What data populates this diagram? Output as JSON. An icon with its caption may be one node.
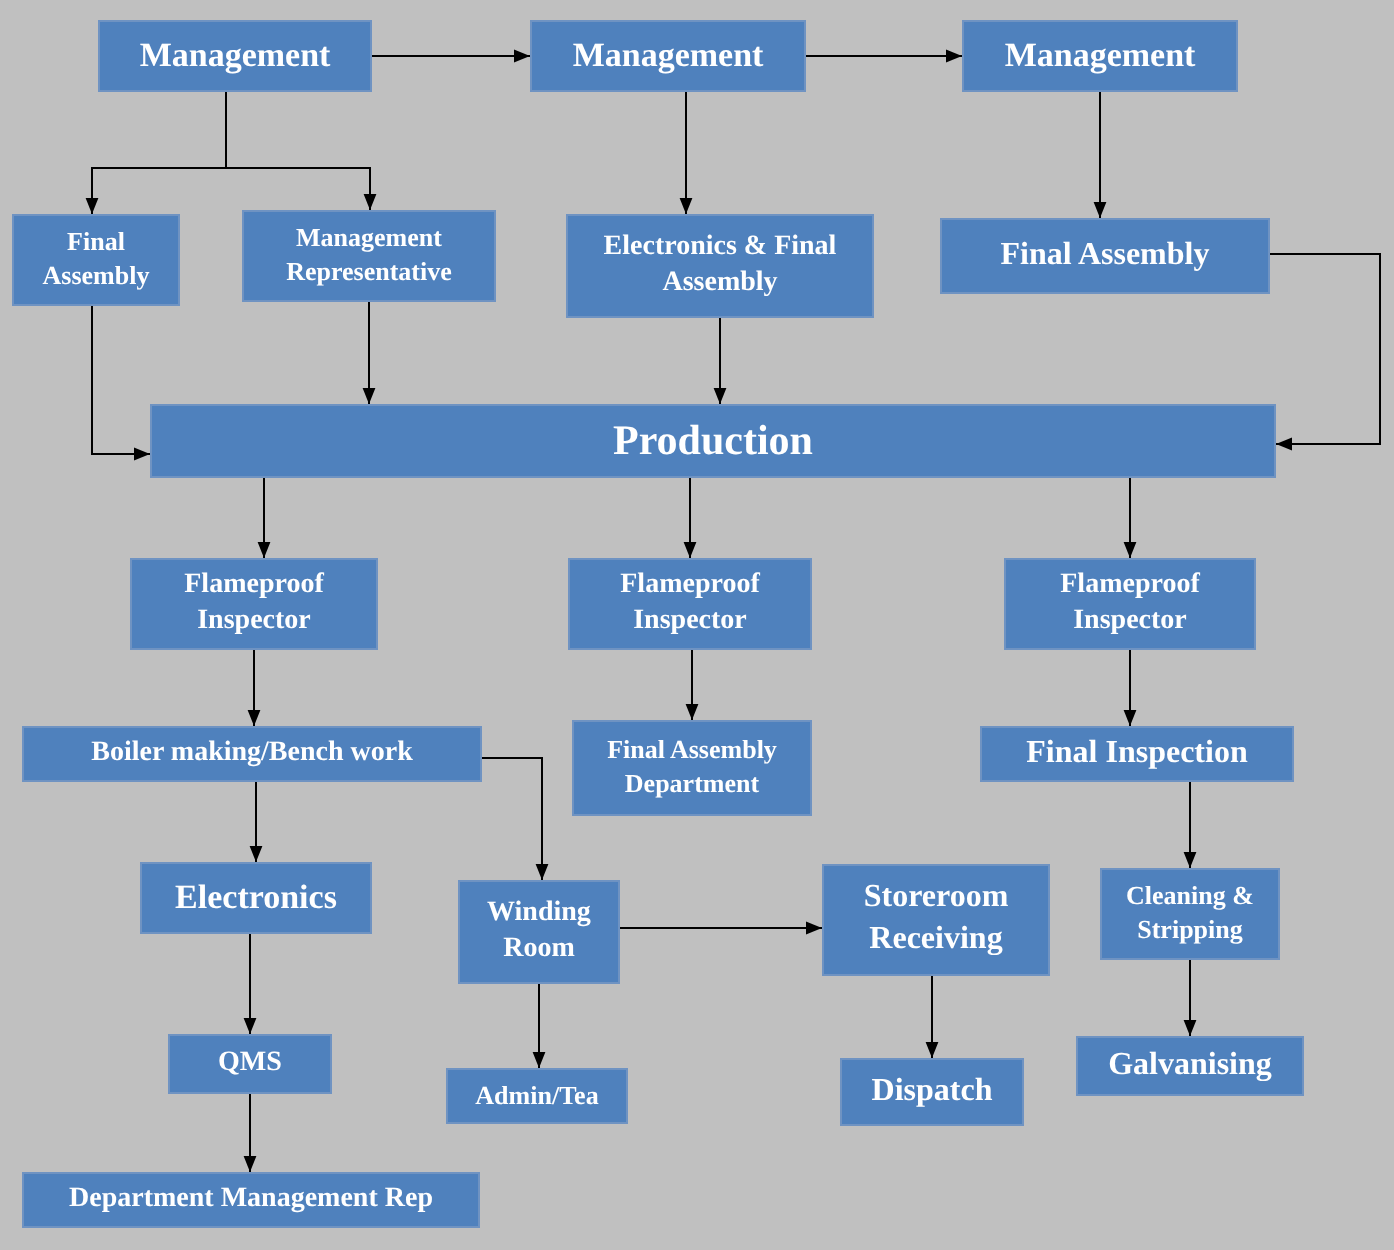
{
  "diagram": {
    "nodes": [
      {
        "text": [
          "Management"
        ]
      },
      {
        "text": [
          "Management"
        ]
      },
      {
        "text": [
          "Management"
        ]
      },
      {
        "text": [
          "Final Assembly"
        ]
      },
      {
        "text": [
          "Management Representative"
        ]
      },
      {
        "text": [
          "Electronics & Final Assembly"
        ]
      },
      {
        "text": [
          "Final Assembly"
        ]
      },
      {
        "text": [
          "Production"
        ]
      },
      {
        "text": [
          "Flameproof Inspector"
        ]
      },
      {
        "text": [
          "Flameproof Inspector"
        ]
      },
      {
        "text": [
          "Flameproof Inspector"
        ]
      },
      {
        "text": [
          "Boiler making/Bench work"
        ]
      },
      {
        "text": [
          "Final Assembly Department"
        ]
      },
      {
        "text": [
          "Final Inspection"
        ]
      },
      {
        "text": [
          "Electronics"
        ]
      },
      {
        "text": [
          "Winding Room"
        ]
      },
      {
        "text": [
          "Storeroom Receiving"
        ]
      },
      {
        "text": [
          "Cleaning & Stripping"
        ]
      },
      {
        "text": [
          "QMS"
        ]
      },
      {
        "text": [
          "Admin/Tea"
        ]
      },
      {
        "text": [
          "Dispatch"
        ]
      },
      {
        "text": [
          "Galvanising"
        ]
      },
      {
        "text": [
          "Department Management Rep"
        ]
      }
    ],
    "edges": [
      {
        "from": 0,
        "to": 1,
        "arrow": "to"
      },
      {
        "from": 1,
        "to": 2,
        "arrow": "to"
      },
      {
        "from": 0,
        "to": 3,
        "arrow": "to"
      },
      {
        "from": 0,
        "to": 4,
        "arrow": "to"
      },
      {
        "from": 1,
        "to": 5,
        "arrow": "to"
      },
      {
        "from": 2,
        "to": 6,
        "arrow": "to"
      },
      {
        "from": 3,
        "to": 7,
        "arrow": "to"
      },
      {
        "from": 4,
        "to": 7,
        "arrow": "to"
      },
      {
        "from": 5,
        "to": 7,
        "arrow": "to"
      },
      {
        "from": 6,
        "to": 7,
        "arrow": "to"
      },
      {
        "from": 7,
        "to": 8,
        "arrow": "to"
      },
      {
        "from": 7,
        "to": 9,
        "arrow": "to"
      },
      {
        "from": 7,
        "to": 10,
        "arrow": "to"
      },
      {
        "from": 8,
        "to": 11,
        "arrow": "to"
      },
      {
        "from": 9,
        "to": 12,
        "arrow": "to"
      },
      {
        "from": 10,
        "to": 13,
        "arrow": "to"
      },
      {
        "from": 11,
        "to": 14,
        "arrow": "to"
      },
      {
        "from": 11,
        "to": 15,
        "arrow": "to"
      },
      {
        "from": 13,
        "to": 17,
        "arrow": "to"
      },
      {
        "from": 14,
        "to": 18,
        "arrow": "to"
      },
      {
        "from": 18,
        "to": 22,
        "arrow": "to"
      },
      {
        "from": 15,
        "to": 19,
        "arrow": "to"
      },
      {
        "from": 15,
        "to": 16,
        "arrow": "to"
      },
      {
        "from": 16,
        "to": 20,
        "arrow": "to"
      },
      {
        "from": 17,
        "to": 21,
        "arrow": "to"
      }
    ]
  }
}
